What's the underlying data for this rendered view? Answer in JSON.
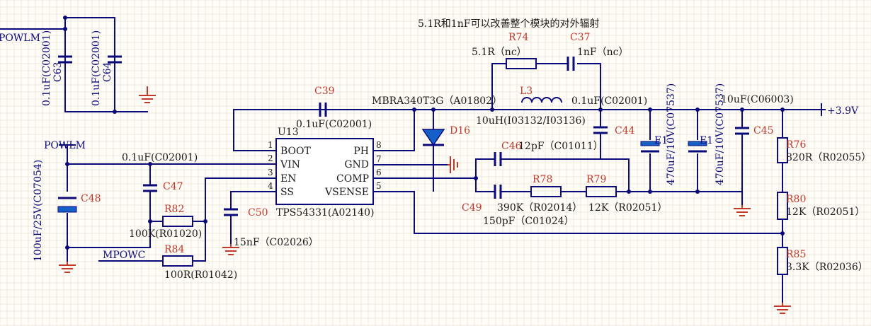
{
  "note": "5.1R和1nF可以改善整个模块的对外辐射",
  "nets": {
    "powlm_top": "POWLM",
    "powlm_left": "POWLM",
    "mpowc": "MPOWC",
    "vout": "+3.9V"
  },
  "ic": {
    "designator": "U13",
    "part": "TPS54331(A02140)",
    "pins_left": [
      {
        "num": "1",
        "name": "BOOT"
      },
      {
        "num": "2",
        "name": "VIN"
      },
      {
        "num": "3",
        "name": "EN"
      },
      {
        "num": "4",
        "name": "SS"
      }
    ],
    "pins_right": [
      {
        "num": "8",
        "name": "PH"
      },
      {
        "num": "7",
        "name": "GND"
      },
      {
        "num": "6",
        "name": "COMP"
      },
      {
        "num": "5",
        "name": "VSENSE"
      }
    ]
  },
  "components": {
    "C63": {
      "des": "C63",
      "val": "0.1uF(C02001)"
    },
    "C64": {
      "des": "C64",
      "val": "0.1uF(C02001)"
    },
    "C39": {
      "des": "C39",
      "val": "0.1uF(C02001)"
    },
    "D16": {
      "des": "D16",
      "val": "MBRA340T3G（A01802）"
    },
    "R74": {
      "des": "R74",
      "val": "5.1R（nc）"
    },
    "C37": {
      "des": "C37",
      "val": "1nF（nc）"
    },
    "L3": {
      "des": "L3",
      "val": "10uH(I03132/I03136)"
    },
    "C44": {
      "des": "C44",
      "val": "0.1uF(C02001)"
    },
    "E1a": {
      "des": "E1",
      "val": "470uF/10V(C07537)"
    },
    "E1b": {
      "des": "E1",
      "val": "470uF/10V(C07537)"
    },
    "C45": {
      "des": "C45",
      "val": "10uF(C06003)"
    },
    "C46": {
      "des": "C46",
      "val": "12pF（C01011）"
    },
    "C49": {
      "des": "C49",
      "val": "150pF（C01024）"
    },
    "R78": {
      "des": "R78",
      "val": "390K（R02014）"
    },
    "R79": {
      "des": "R79",
      "val": "12K（R02051）"
    },
    "R76": {
      "des": "R76",
      "val": "820R（R02055）"
    },
    "R80": {
      "des": "R80",
      "val": "12K（R02051）"
    },
    "R85": {
      "des": "R85",
      "val": "3.3K（R02036）"
    },
    "C47": {
      "des": "C47",
      "val": "0.1uF(C02001)"
    },
    "R82": {
      "des": "R82",
      "val": "100K(R01020)"
    },
    "R84": {
      "des": "R84",
      "val": "100R(R01042)"
    },
    "C48": {
      "des": "C48",
      "val": "100uF/25V(C07054)"
    },
    "C50": {
      "des": "C50",
      "val": "15nF（C02026）"
    }
  },
  "colors": {
    "wire": "#0a0a7a",
    "designator": "#c0392b",
    "ground": "#c0392b",
    "electrolytic_fill": "#1560c8",
    "background": "#fffdf8"
  }
}
